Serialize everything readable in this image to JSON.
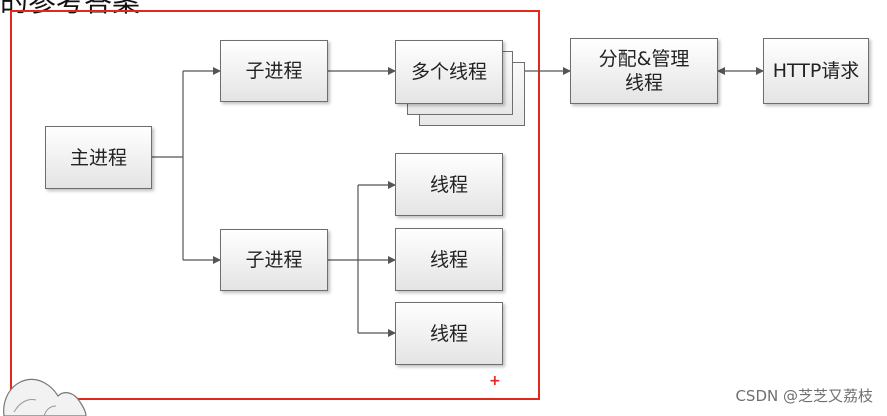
{
  "heading": "的参考答案",
  "nodes": {
    "main_process": "主进程",
    "child_process_top": "子进程",
    "child_process_bottom": "子进程",
    "multi_threads": "多个线程",
    "allocator": "分配&管理\n线程",
    "http_request": "HTTP请求",
    "thread_1": "线程",
    "thread_2": "线程",
    "thread_3": "线程"
  },
  "colors": {
    "frame": "#e0281c",
    "box_border": "#6e6e6e",
    "connector": "#555555"
  },
  "watermark": "CSDN @芝芝又荔枝"
}
